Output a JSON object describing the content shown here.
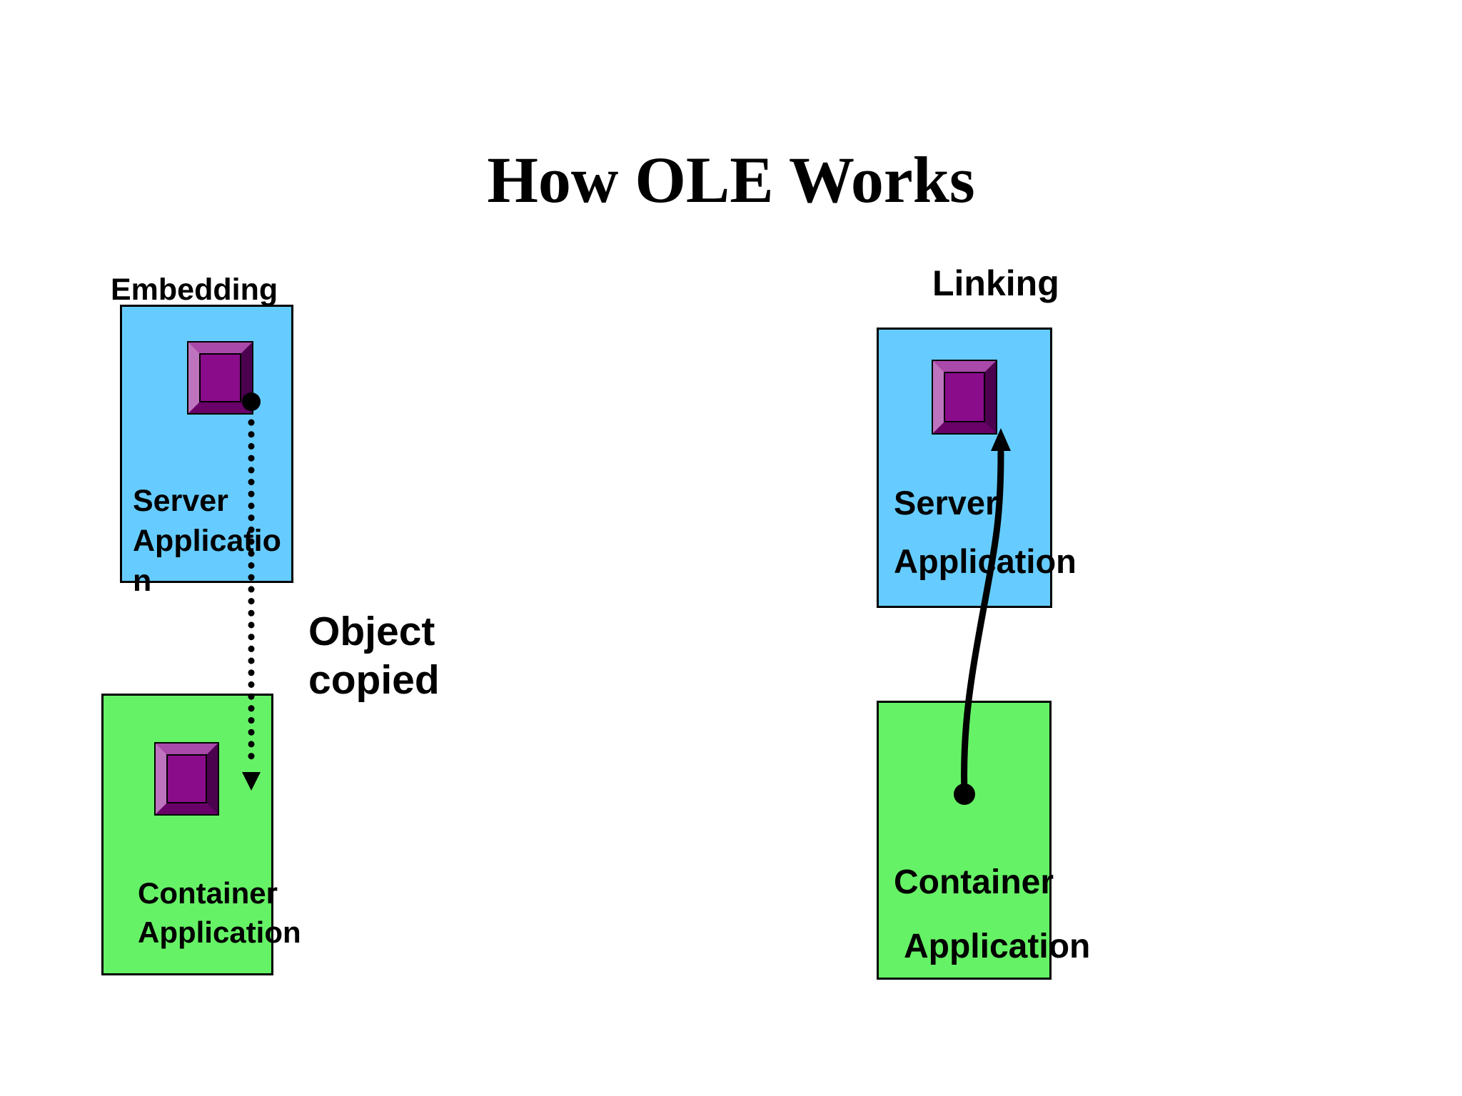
{
  "title": "How OLE Works",
  "embedding": {
    "label": "Embedding",
    "server_app": {
      "lines": [
        "Server",
        "Applicatio",
        "n"
      ]
    },
    "copy_note": {
      "lines": [
        "Object",
        "copied"
      ]
    },
    "container_app": {
      "lines": [
        "Container",
        "Application"
      ]
    }
  },
  "linking": {
    "label": "Linking",
    "server_app": {
      "lines": [
        "Server",
        "Application"
      ]
    },
    "container_app": {
      "lines": [
        "Container",
        "Application"
      ]
    }
  },
  "colors": {
    "server_box_fill": "#66CCFF",
    "container_box_fill": "#66F266",
    "ole_object_fill": "#8A0C8A",
    "connector": "#000000"
  },
  "icons": {
    "ole_object": "beveled-purple-square-icon",
    "copy_connector": "dotted-down-arrow",
    "link_connector": "curved-up-arrow"
  }
}
